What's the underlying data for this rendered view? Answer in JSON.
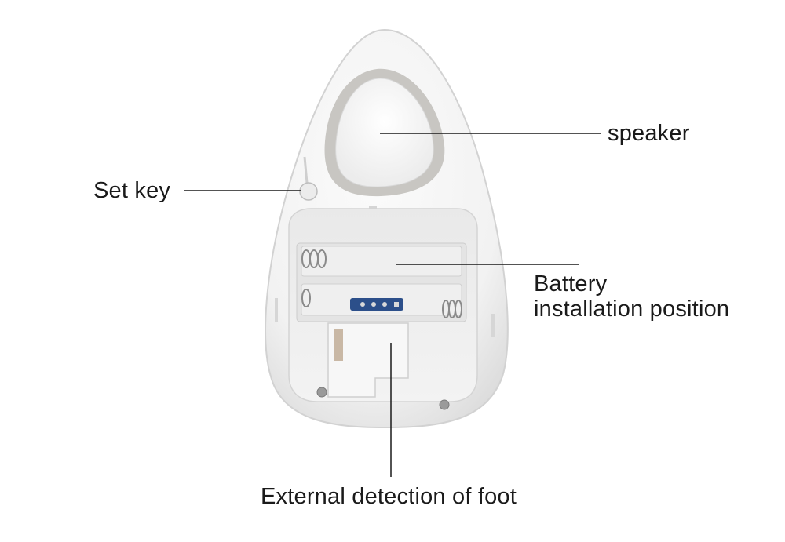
{
  "labels": {
    "speaker": "speaker",
    "set_key": "Set key",
    "battery_line1": "Battery",
    "battery_line2": "installation position",
    "foot": "External detection of foot"
  },
  "colors": {
    "device_body": "#f4f4f4",
    "speaker_ring": "#c8c6c2",
    "leader_line": "#1a1a1a",
    "battery_contact": "#2c4f8a"
  }
}
